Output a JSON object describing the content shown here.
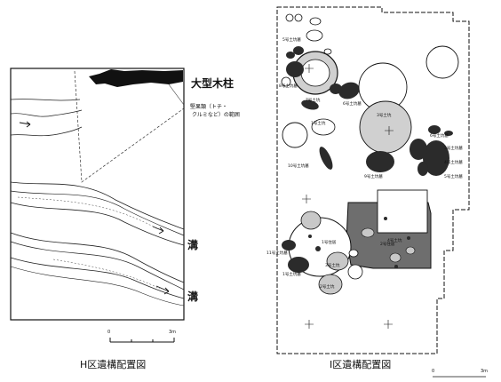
{
  "left_map": {
    "caption": "H区遺構配置図",
    "label_pillar": "大型木柱",
    "label_nuts": "堅果類（トチ・クルミなど）の範囲",
    "label_nuts_line1": "堅果類（トチ・",
    "label_nuts_line2": "クルミなど）の範囲",
    "label_ditch_1": "溝",
    "label_ditch_2": "溝",
    "scale_start": "0",
    "scale_end": "3m"
  },
  "right_map": {
    "caption": "I区遺構配置図",
    "scale_start": "0",
    "scale_end": "3m",
    "feature_labels": [
      "5号土坑墓",
      "8号土坑墓",
      "7号土坑",
      "6号土坑墓",
      "3号土坑",
      "1号土坑",
      "6号土坑墓",
      "3号土坑墓",
      "4号土坑墓",
      "10号土坑墓",
      "9号土坑墓",
      "5号土坑墓",
      "4号土坑",
      "1号住居",
      "2号住居",
      "11号土坑墓",
      "1号土坑墓",
      "3号土坑",
      "2号土坑"
    ]
  },
  "colors": {
    "ink": "#111111",
    "dark_fill": "#2b2b2b",
    "mid_fill": "#6e6e6e",
    "light_fill": "#c8c8c8",
    "paper": "#ffffff"
  }
}
